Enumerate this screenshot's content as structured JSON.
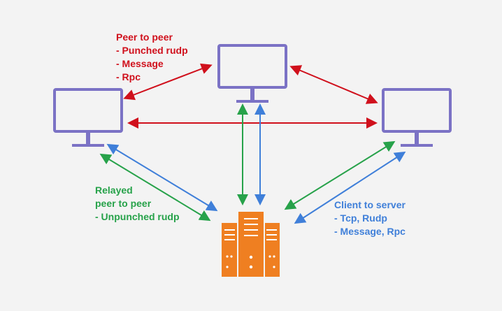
{
  "labels": {
    "peer_to_peer": {
      "color": "#d0101c",
      "title": "Peer to peer",
      "items": [
        "- Punched rudp",
        "- Message",
        "- Rpc"
      ]
    },
    "relayed": {
      "color": "#27a24a",
      "lines": [
        "Relayed",
        "peer to peer",
        "- Unpunched rudp"
      ]
    },
    "client_server": {
      "color": "#3f7fd9",
      "title": "Client to server",
      "items": [
        "- Tcp, Rudp",
        "- Message, Rpc"
      ]
    }
  },
  "colors": {
    "monitor": "#7b72c5",
    "server": "#ef7f21",
    "arrow_red": "#d0101c",
    "arrow_green": "#27a24a",
    "arrow_blue": "#3f7fd9",
    "background": "#f3f3f3"
  },
  "nodes": {
    "monitors": [
      "monitor-icon",
      "monitor-icon",
      "monitor-icon"
    ],
    "server": "server-icon"
  }
}
